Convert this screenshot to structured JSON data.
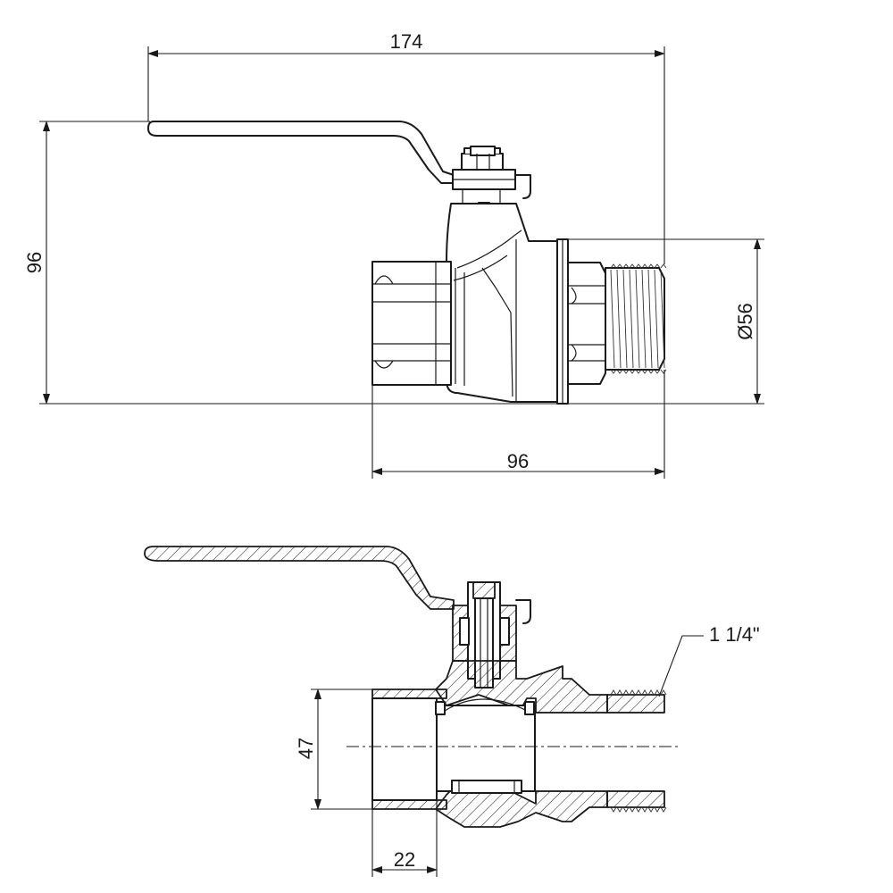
{
  "dimensions": {
    "overall_length": "174",
    "overall_height": "96",
    "body_length": "96",
    "diameter": "Ø56",
    "bore": "47",
    "thread_depth": "22",
    "thread_size": "1 1/4\""
  }
}
